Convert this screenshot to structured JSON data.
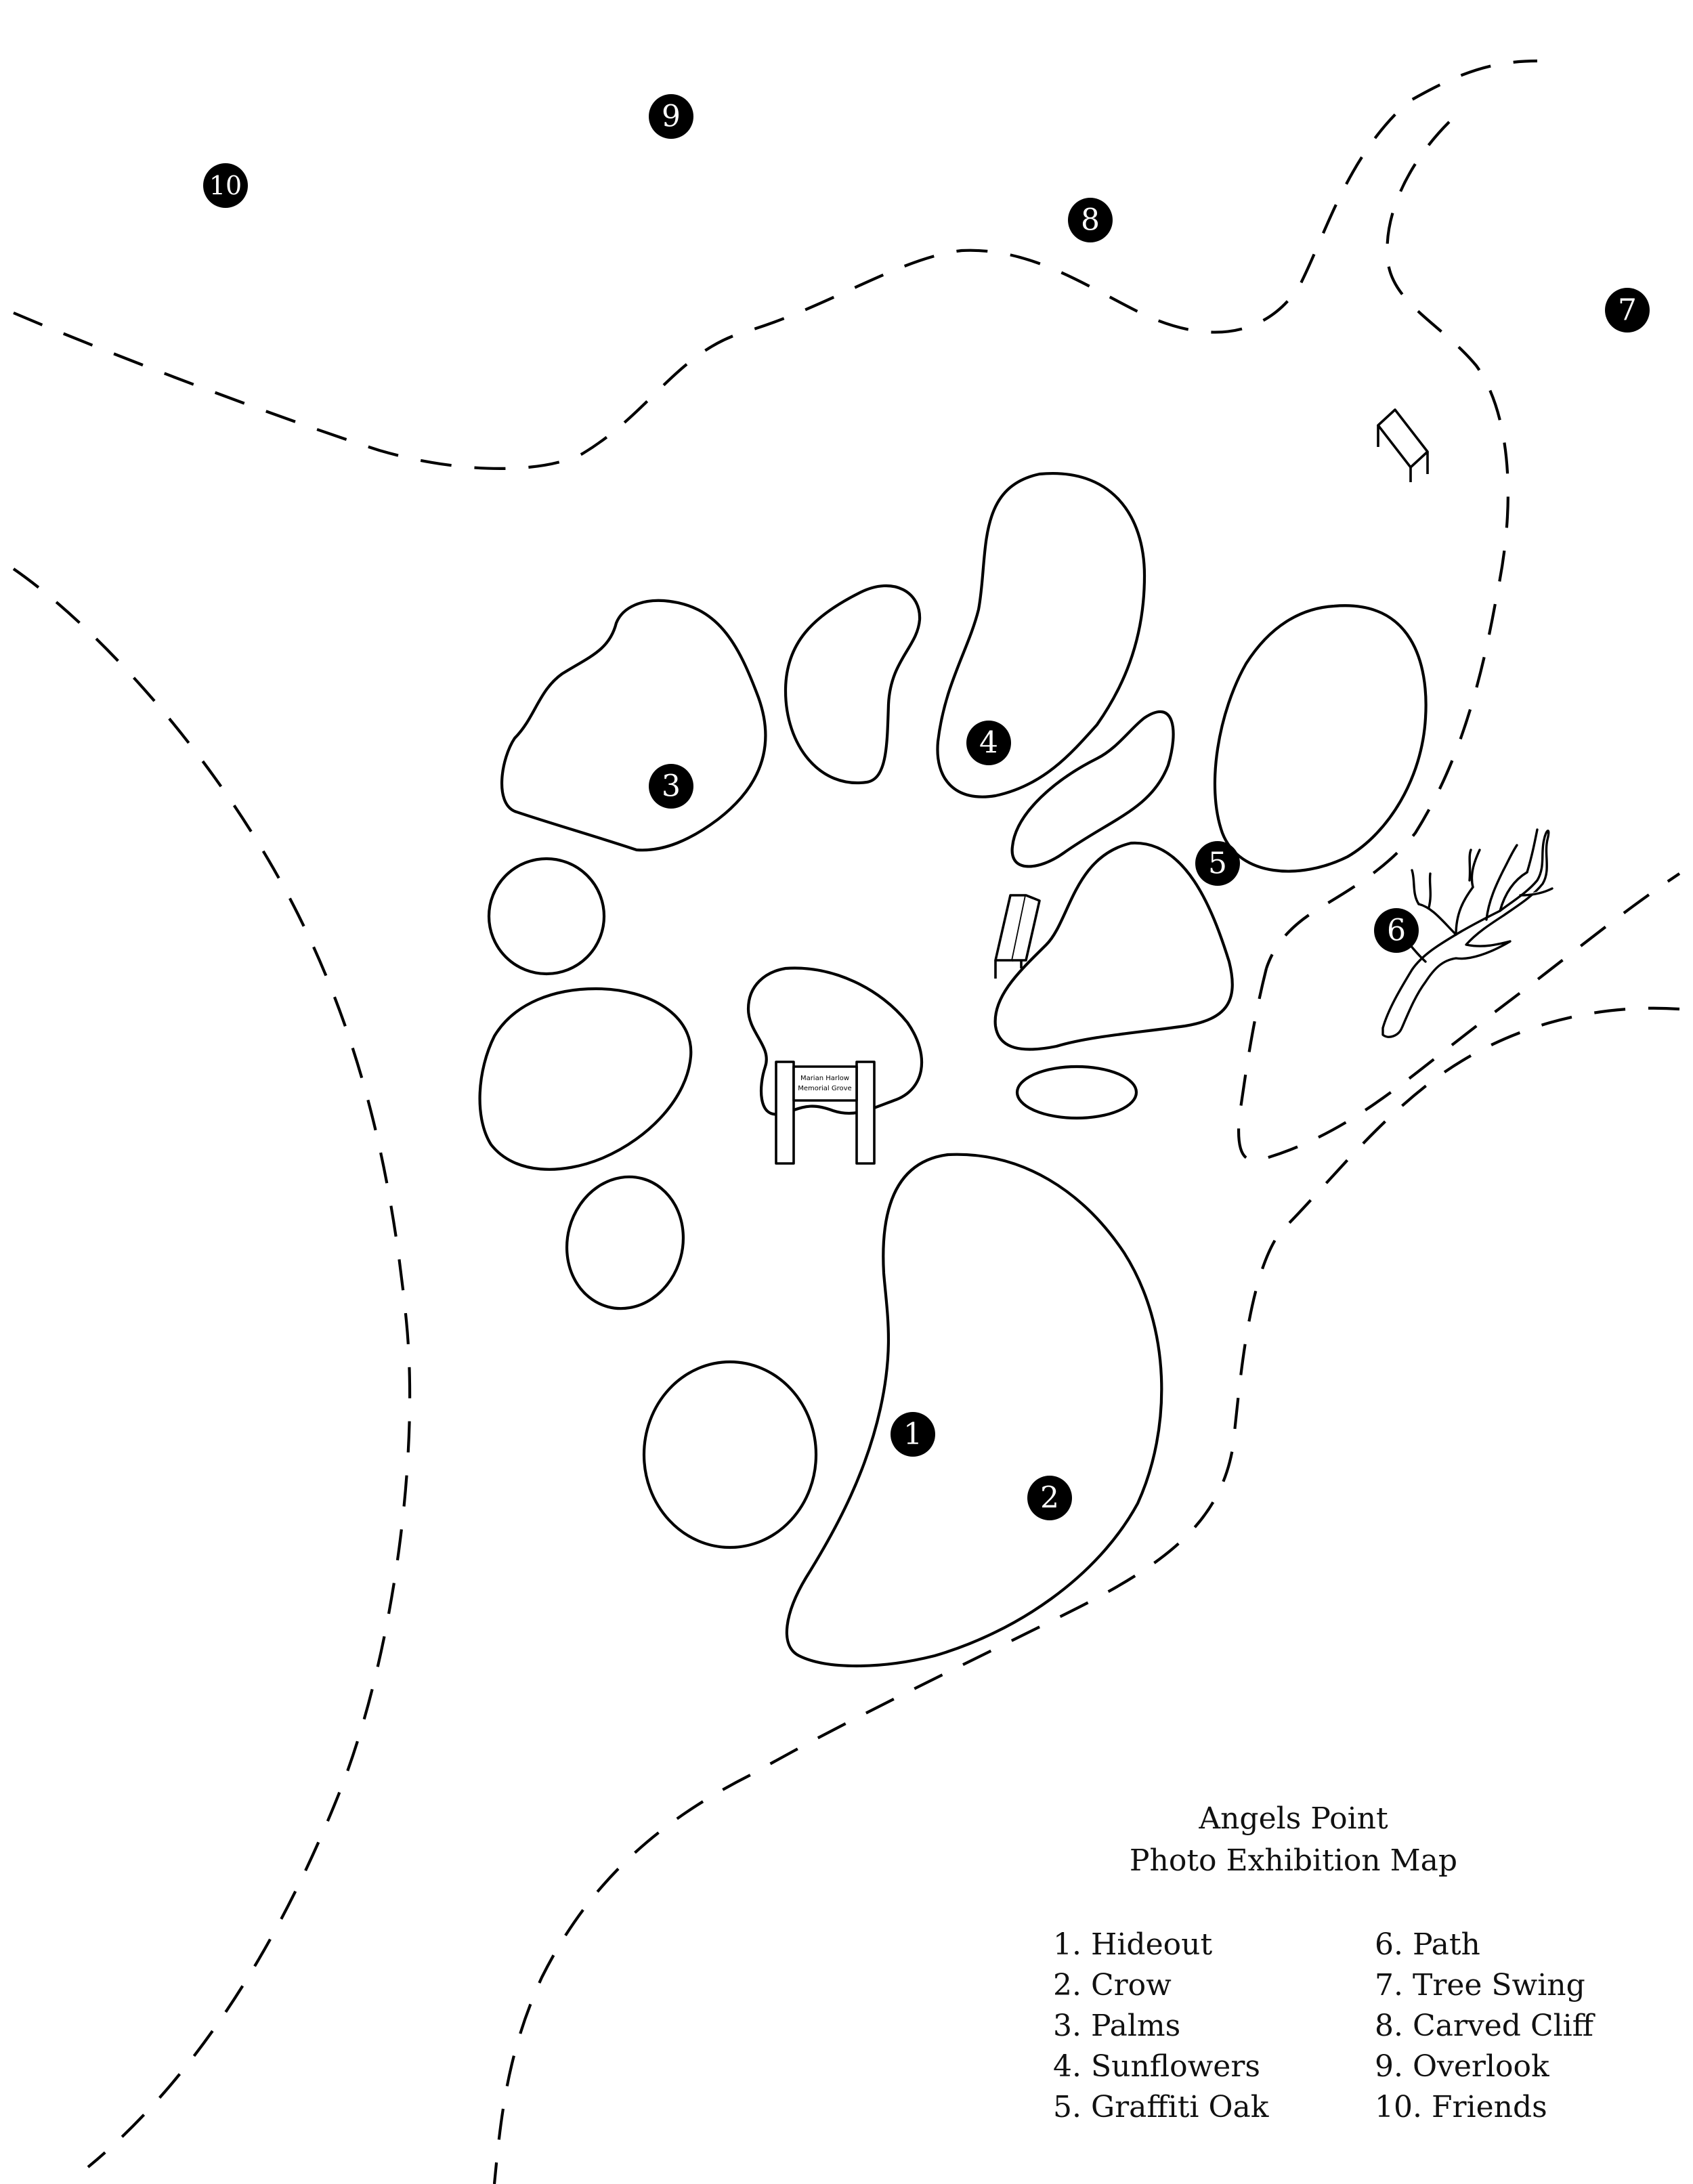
{
  "title": {
    "line1": "Angels Point",
    "line2": "Photo Exhibition Map"
  },
  "sign": {
    "line1": "Marian Harlow",
    "line2": "Memorial Grove"
  },
  "markers": [
    "1",
    "2",
    "3",
    "4",
    "5",
    "6",
    "7",
    "8",
    "9",
    "10"
  ],
  "legend": {
    "left": [
      "1.  Hideout",
      "2.  Crow",
      "3.  Palms",
      "4.  Sunflowers",
      "5.  Graffiti Oak"
    ],
    "right": [
      "6.  Path",
      "7.  Tree Swing",
      "8.  Carved Cliff",
      "9.  Overlook",
      "10.  Friends"
    ]
  },
  "colors": {
    "ink": "#000000",
    "background": "#ffffff"
  },
  "icons": [
    "bench-icon",
    "bench-icon",
    "dead-tree-icon",
    "memorial-sign-icon"
  ]
}
